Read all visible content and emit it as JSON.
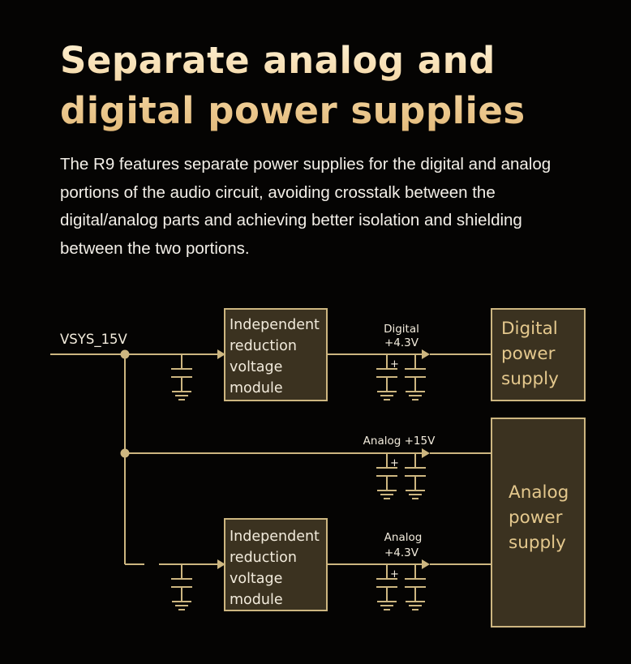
{
  "header": {
    "title_lines": [
      "Separate analog and",
      "digital power supplies"
    ],
    "description_lines": [
      "The R9 features separate power supplies for the digital and analog",
      "portions of the audio circuit, avoiding crosstalk between the",
      "digital/analog parts and achieving better isolation and shielding",
      "between the two portions."
    ]
  },
  "diagram": {
    "input_label": "VSYS_15V",
    "module_top_lines": [
      "Independent",
      "reduction",
      "voltage",
      "module"
    ],
    "module_bottom_lines": [
      "Independent",
      "reduction",
      "voltage",
      "module"
    ],
    "rail_digital_lines": [
      "Digital",
      "+4.3V"
    ],
    "rail_analog15_label": "Analog +15V",
    "rail_analog43_lines": [
      "Analog",
      "+4.3V"
    ],
    "capacitor_polarity": "+",
    "digital_supply_lines": [
      "Digital",
      "power",
      "supply"
    ],
    "analog_supply_lines": [
      "Analog",
      "power",
      "supply"
    ],
    "colors": {
      "background": "#050403",
      "wire": "#cdb680",
      "box_fill": "#3b3220",
      "title_gold": "#f2d39e",
      "supply_text": "#e4c88d"
    }
  }
}
